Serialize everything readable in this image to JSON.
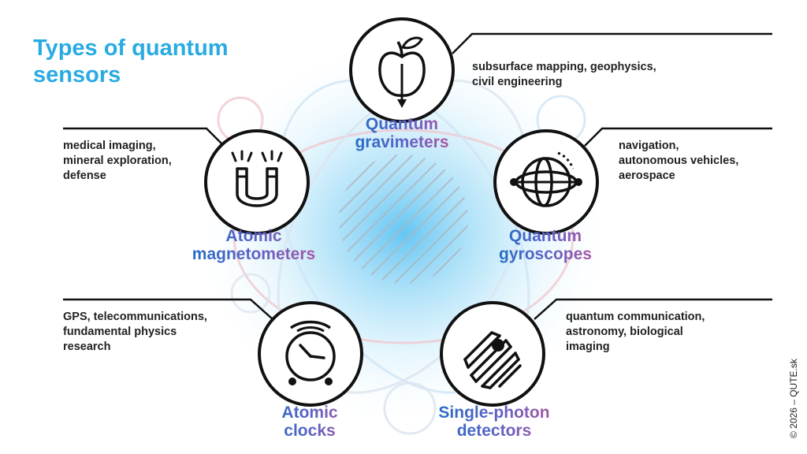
{
  "title": {
    "line1": "Types of quantum",
    "line2": "sensors"
  },
  "sensors": [
    {
      "name_line1": "Quantum",
      "name_line2": "gravimeters",
      "icon": "apple-icon",
      "applications": [
        "subsurface mapping, geophysics,",
        "civil engineering"
      ]
    },
    {
      "name_line1": "Quantum",
      "name_line2": "gyroscopes",
      "icon": "gyroscope-icon",
      "applications": [
        "navigation,",
        "autonomous vehicles,",
        "aerospace"
      ]
    },
    {
      "name_line1": "Single-photon",
      "name_line2": "detectors",
      "icon": "photon-detector-icon",
      "applications": [
        "quantum communication,",
        "astronomy, biological",
        "imaging"
      ]
    },
    {
      "name_line1": "Atomic",
      "name_line2": "clocks",
      "icon": "alarm-clock-icon",
      "applications": [
        "GPS, telecommunications,",
        "fundamental physics",
        "research"
      ]
    },
    {
      "name_line1": "Atomic",
      "name_line2": "magnetometers",
      "icon": "magnet-icon",
      "applications": [
        "medical imaging,",
        "mineral exploration,",
        "defense"
      ]
    }
  ],
  "credit": "© 2026 – QUTE.sk",
  "colors": {
    "title": "#29abe2",
    "label_start": "#1f6fc4",
    "label_end": "#b3569e",
    "glow": "#5cc3f2",
    "outline": "#111111"
  }
}
